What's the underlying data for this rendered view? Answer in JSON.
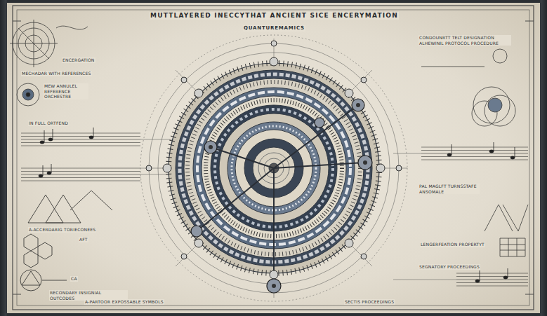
{
  "diagram": {
    "title": "MUTTLAYERED INECCYTHAT ANCIENT SICE ENCERYMATION",
    "labels": [
      "QUANTUREMAMICS",
      "ENCERGATION",
      "MECHADAR WITH REFERENCES",
      "MEW ANNULEL REFERENCE ORCHESTRE",
      "IN FULL ORTFEND",
      "A-ACCERDARIG TORIECONEES",
      "AFT",
      "CA",
      "RECONDARY INSIGNIAL OUTCODES",
      "A-PARTOOR EXPOSSABLE SYMBOLS",
      "CONDOUNRTT TELT DESIGNATION ALHEWINIL PROTOCOL PROCEDURE",
      "PAL MAGLFT TURNSSTAFE ANSOMALE",
      "LENGERFEATION PROPERTYT",
      "SEGNATORY PROCEEDINGS",
      "SECTIS PROCEEDINGS"
    ]
  }
}
